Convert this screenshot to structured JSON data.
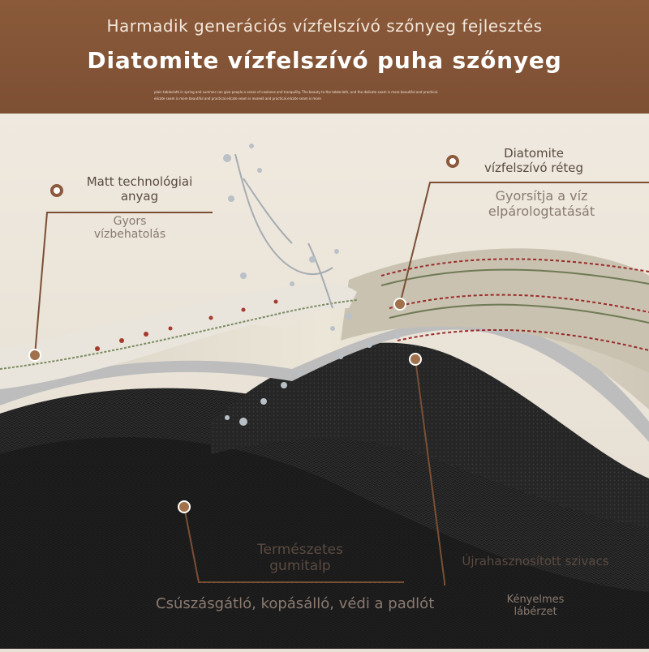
{
  "header": {
    "subtitle": "Harmadik generációs vízfelszívó szőnyeg fejlesztés",
    "title": "Diatomite vízfelszívó puha szőnyeg",
    "fine_print_1": "plain tablecloth in spring and summer can give people a sense of coolness and tranquility. The beauty to the tablecloth, and the delicate seam is more beautiful and practical.",
    "fine_print_2": "elicate seam is more beautiful and practical.elicate seam is moreeil and practical.elicate seam is more"
  },
  "labels": {
    "matt": {
      "title": "Matt technológiai anyag",
      "desc": "Gyors vízbehatolás"
    },
    "diatomite": {
      "title": "Diatomite vízfelszívó réteg",
      "desc": "Gyorsítja a víz elpárologtatását"
    },
    "rubber": {
      "title": "Természetes gumitalp",
      "desc": "Csúszásgátló, kopásálló, védi a padlót"
    },
    "sponge": {
      "title": "Újrahasznosított szivacs",
      "desc": "Kényelmes lábérzet"
    }
  },
  "colors": {
    "header_bg": "#7d4f33",
    "accent": "#8b5a3c",
    "background": "#e8e1d5",
    "rubber": "#1f1f1f",
    "mat_top": "#e4ded0"
  },
  "icons": [
    "water-splash-icon",
    "callout-dot-icon"
  ]
}
